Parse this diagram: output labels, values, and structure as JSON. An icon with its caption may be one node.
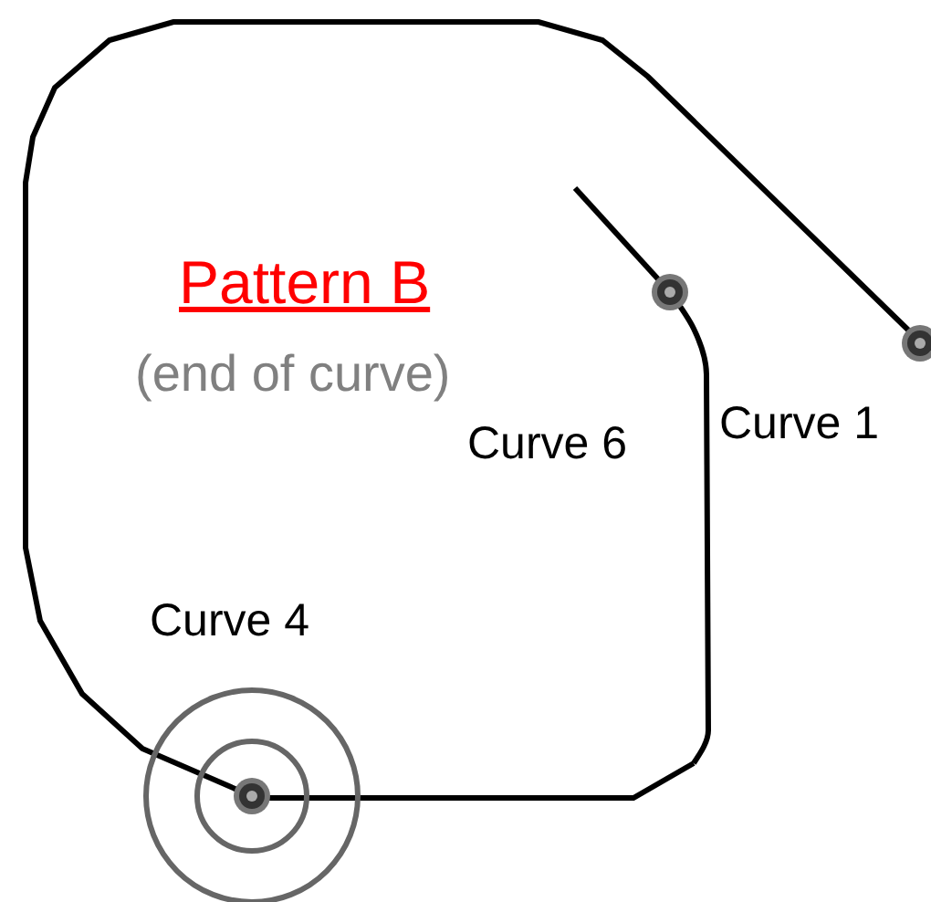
{
  "diagram": {
    "labels": [
      "Pattern B",
      "(end of curve)",
      "Curve 6",
      "Curve 1",
      "Curve 4"
    ]
  }
}
